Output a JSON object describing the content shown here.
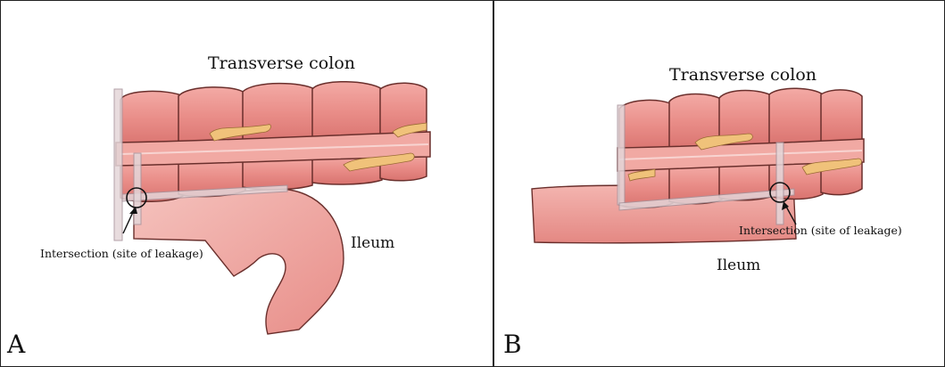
{
  "panels": [
    {
      "letter": "A",
      "colon_label": "Transverse colon",
      "ileum_label": "Ileum",
      "intersection_label": "Intersection (site of leakage)"
    },
    {
      "letter": "B",
      "colon_label": "Transverse colon",
      "ileum_label": "Ileum",
      "intersection_label": "Intersection (site of leakage)"
    }
  ],
  "colors": {
    "bowel_fill": "#e9938f",
    "bowel_highlight": "#f4b9b4",
    "bowel_outline": "#6a2f2c",
    "fat_tag": "#f0c27a",
    "staple_line": "#b9a3a8",
    "frame": "#222222"
  }
}
